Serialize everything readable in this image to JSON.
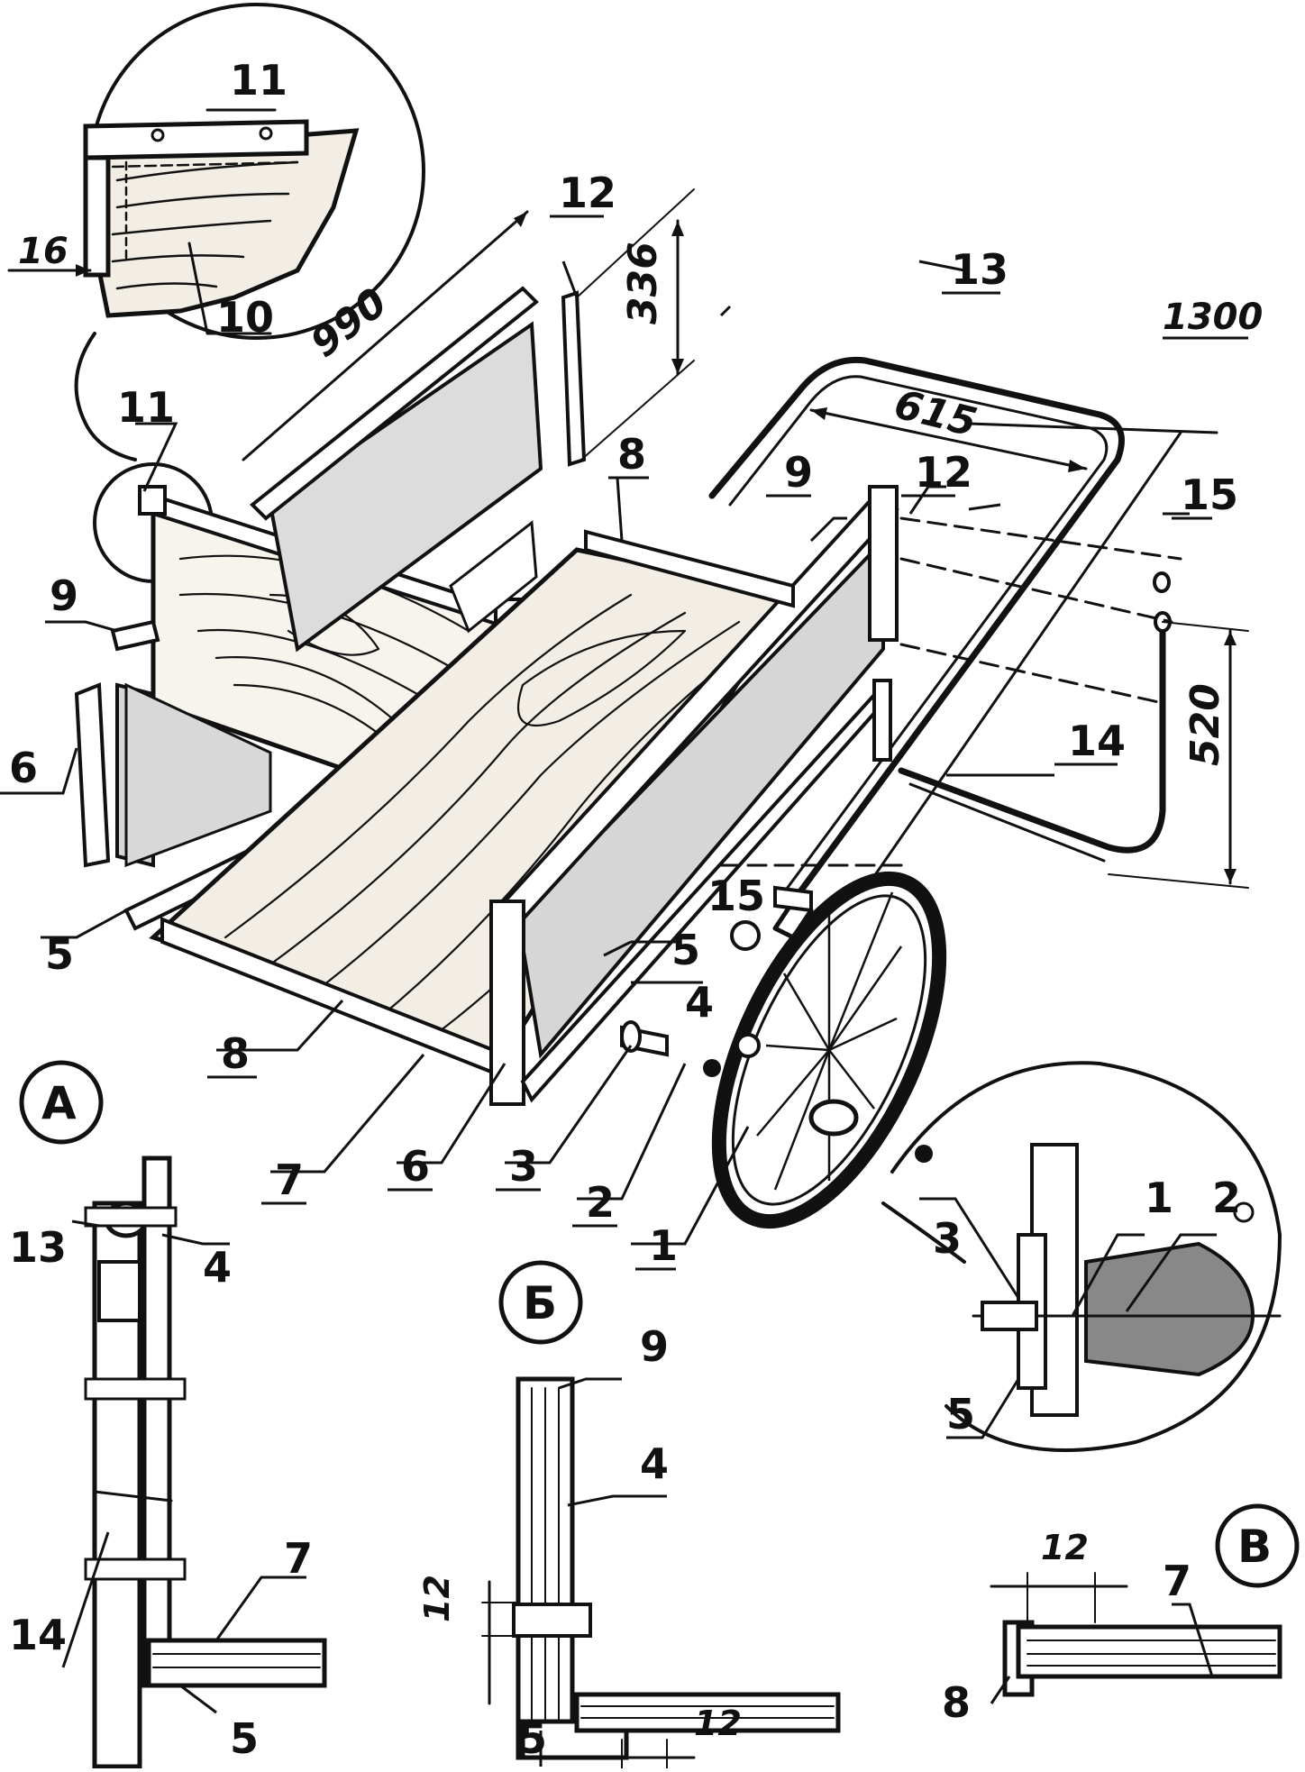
{
  "colors": {
    "ink": "#111111",
    "paper": "#ffffff",
    "wood": "#f2eee6",
    "board": "#e2dccf"
  },
  "views": {
    "A": "А",
    "B_cyr": "Б",
    "V": "В"
  },
  "parts": {
    "p1": "1",
    "p2": "2",
    "p3": "3",
    "p4": "4",
    "p5": "5",
    "p6": "6",
    "p7": "7",
    "p8": "8",
    "p9": "9",
    "p10": "10",
    "p11": "11",
    "p12": "12",
    "p13": "13",
    "p14": "14",
    "p15": "15"
  },
  "dimensions": {
    "d16": "16",
    "d990": "990",
    "d336": "336",
    "d615": "615",
    "d1300": "1300",
    "d520": "520",
    "d12": "12"
  }
}
